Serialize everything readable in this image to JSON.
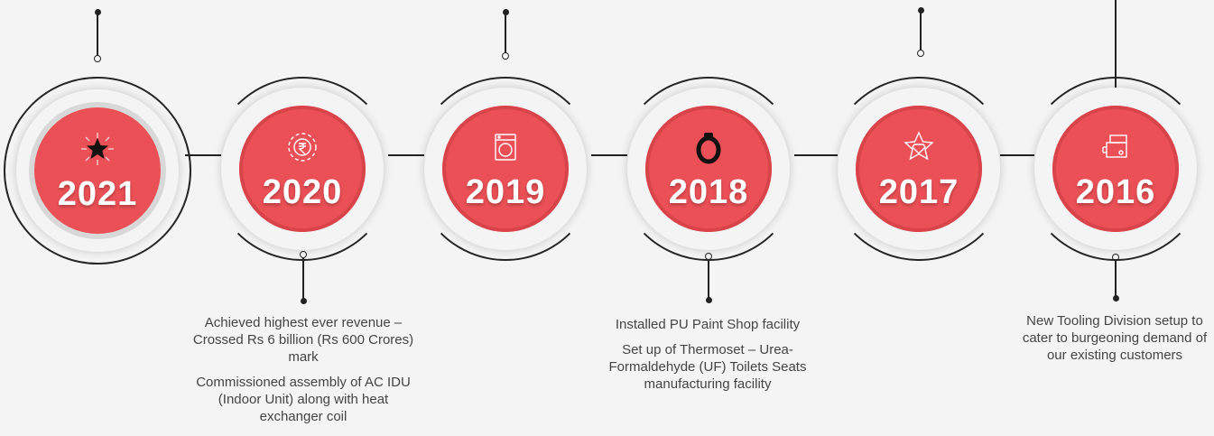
{
  "timeline": {
    "milestones": [
      {
        "year": "2021",
        "icon": "star-icon",
        "active": true
      },
      {
        "year": "2020",
        "icon": "rupee-gear-icon"
      },
      {
        "year": "2019",
        "icon": "washing-machine-icon"
      },
      {
        "year": "2018",
        "icon": "toilet-seat-icon"
      },
      {
        "year": "2017",
        "icon": "diamond-star-icon"
      },
      {
        "year": "2016",
        "icon": "tooling-machine-icon"
      }
    ],
    "details": {
      "2020": [
        "Achieved highest ever revenue – Crossed Rs 6 billion (Rs 600 Crores) mark",
        "Commissioned assembly of AC IDU (Indoor Unit) along with heat exchanger coil"
      ],
      "2018": [
        "Installed PU Paint Shop facility",
        "Set up of Thermoset – Urea-Formaldehyde (UF) Toilets Seats manufacturing facility"
      ],
      "2016": [
        "New Tooling Division setup to cater to burgeoning demand of our existing customers"
      ]
    }
  },
  "colors": {
    "accent": "#ea5055",
    "line": "#222222",
    "background": "#f4f4f4",
    "text": "#444444"
  }
}
